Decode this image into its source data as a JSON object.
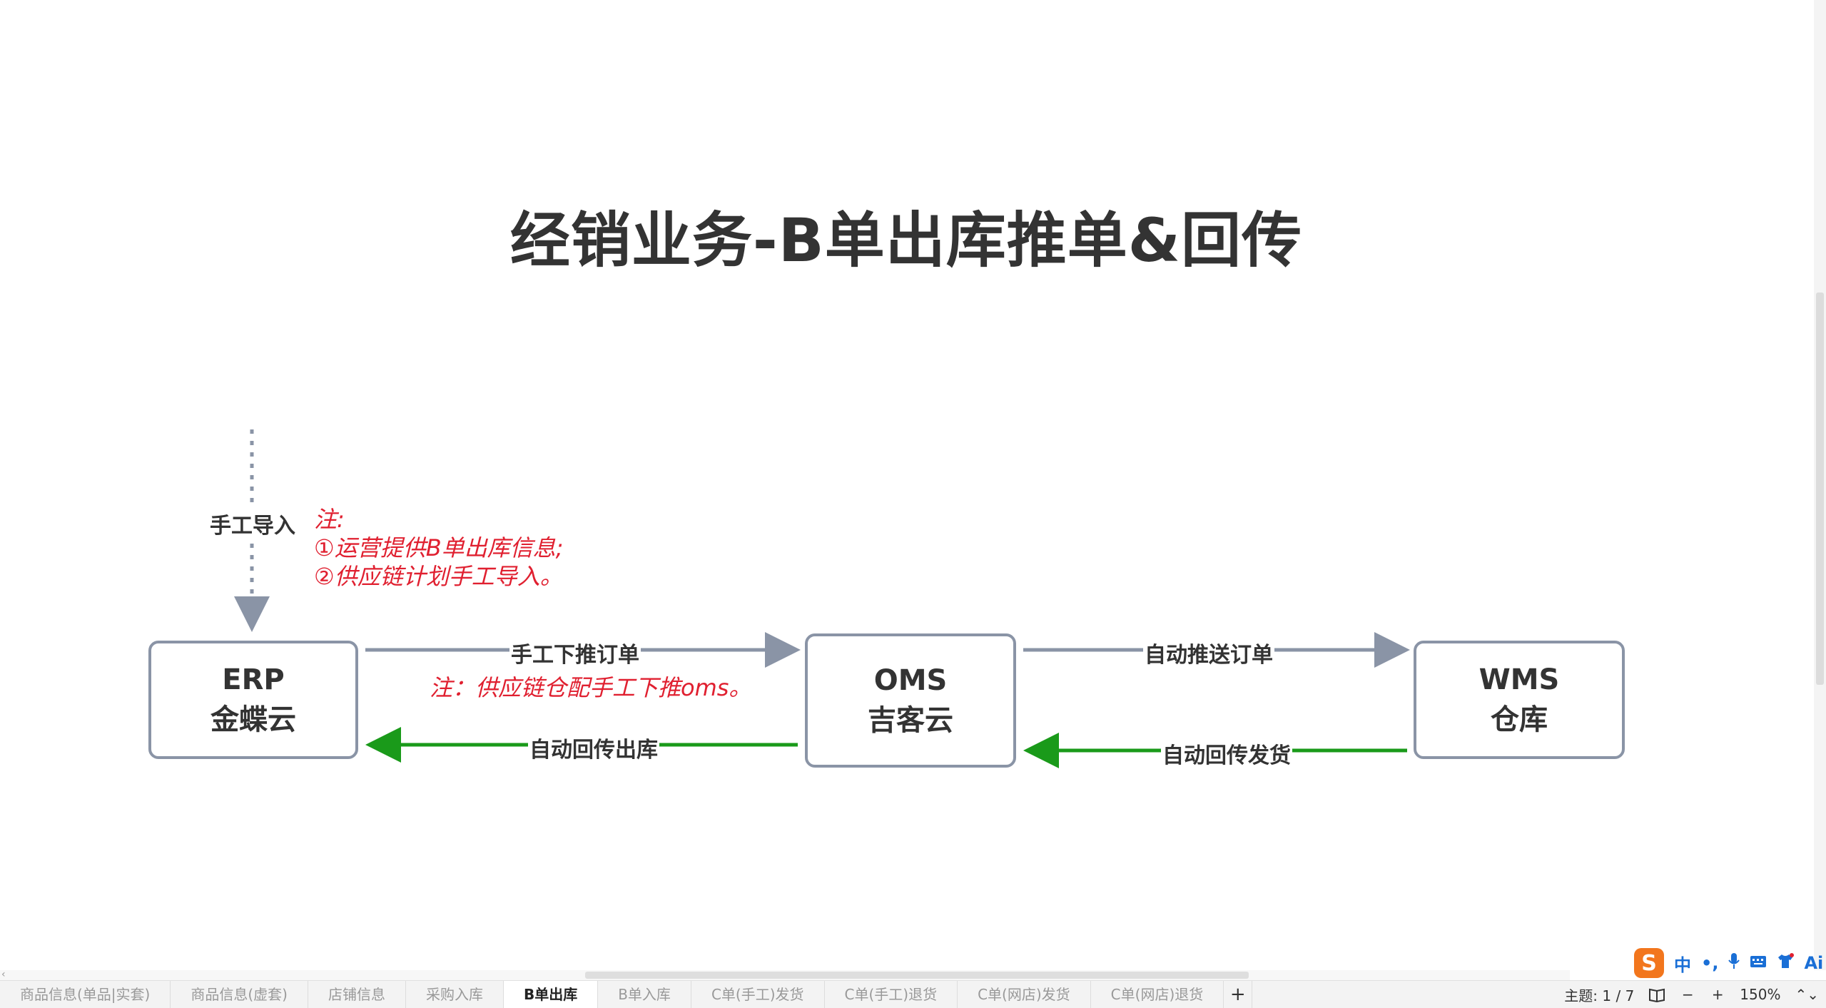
{
  "diagram": {
    "title": "经销业务-B单出库推单&回传",
    "nodes": {
      "erp": {
        "line1": "ERP",
        "line2": "金蝶云"
      },
      "oms": {
        "line1": "OMS",
        "line2": "吉客云"
      },
      "wms": {
        "line1": "WMS",
        "line2": "仓库"
      }
    },
    "edges": {
      "manual_import": "手工导入",
      "manual_push_order": "手工下推订单",
      "auto_return_outbound": "自动回传出库",
      "auto_push_order": "自动推送订单",
      "auto_return_shipping": "自动回传发货"
    },
    "notes": {
      "note1_line1": "注:",
      "note1_line2": "①运营提供B单出库信息;",
      "note1_line3": "②供应链计划手工导入。",
      "note2": "注：供应链仓配手工下推oms。"
    },
    "colors": {
      "box_border": "#8a94a6",
      "gray_arrow": "#8a94a6",
      "green_arrow": "#1a9a1a",
      "note_red": "#e02030"
    }
  },
  "sheet_tabs": [
    {
      "label": "商品信息(单品|实套)",
      "active": false
    },
    {
      "label": "商品信息(虚套)",
      "active": false
    },
    {
      "label": "店铺信息",
      "active": false
    },
    {
      "label": "采购入库",
      "active": false
    },
    {
      "label": "B单出库",
      "active": true
    },
    {
      "label": "B单入库",
      "active": false
    },
    {
      "label": "C单(手工)发货",
      "active": false
    },
    {
      "label": "C单(手工)退货",
      "active": false
    },
    {
      "label": "C单(网店)发货",
      "active": false
    },
    {
      "label": "C单(网店)退货",
      "active": false
    }
  ],
  "status": {
    "add_tab": "+",
    "theme": "主题: 1 / 7",
    "book_icon": "book-icon",
    "zoom_out": "−",
    "zoom_in": "+",
    "zoom": "150%",
    "zoom_spinner": "⌃⌄"
  },
  "ime": {
    "logo": "S",
    "mode": "中",
    "punct": "•,",
    "mic_icon": "mic-icon",
    "keyboard_icon": "keyboard-icon",
    "shirt_icon": "shirt-icon",
    "ai": "Ai"
  }
}
